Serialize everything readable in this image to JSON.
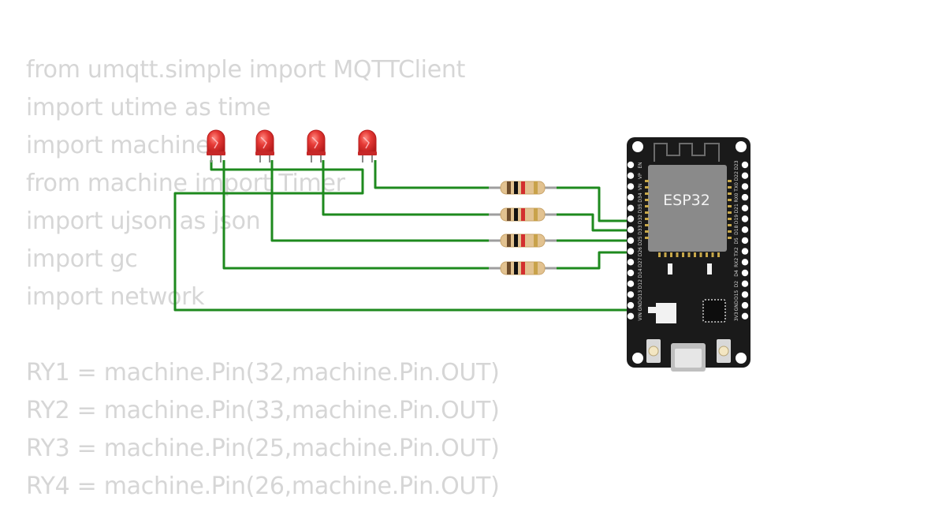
{
  "code_lines": [
    "from umqtt.simple import MQTTClient",
    "import utime as time",
    "import machine",
    "from machine import Timer",
    "import ujson as json",
    "import gc",
    "import network",
    "",
    "RY1 = machine.Pin(32,machine.Pin.OUT)",
    "RY2 = machine.Pin(33,machine.Pin.OUT)",
    "RY3 = machine.Pin(25,machine.Pin.OUT)",
    "RY4 = machine.Pin(26,machine.Pin.OUT)"
  ],
  "board": {
    "chip_label": "ESP32",
    "left_pins": [
      "EN",
      "VP",
      "VN",
      "D34",
      "D35",
      "D32",
      "D33",
      "D25",
      "D26",
      "D27",
      "D14",
      "D12",
      "D13",
      "GND",
      "VIN"
    ],
    "right_pins": [
      "D23",
      "D22",
      "TX0",
      "RX0",
      "D21",
      "D19",
      "D18",
      "D5",
      "TX2",
      "RX2",
      "D4",
      "D2",
      "D15",
      "GND",
      "3V3"
    ]
  },
  "components": {
    "leds": [
      "led-1",
      "led-2",
      "led-3",
      "led-4"
    ],
    "resistors": [
      "resistor-1",
      "resistor-2",
      "resistor-3",
      "resistor-4"
    ]
  },
  "colors": {
    "code_text": "#d6d6d6",
    "wire": "#1e8a1e",
    "led": "#e53935",
    "board": "#1a1a1a",
    "chip": "#8a8a8a"
  }
}
